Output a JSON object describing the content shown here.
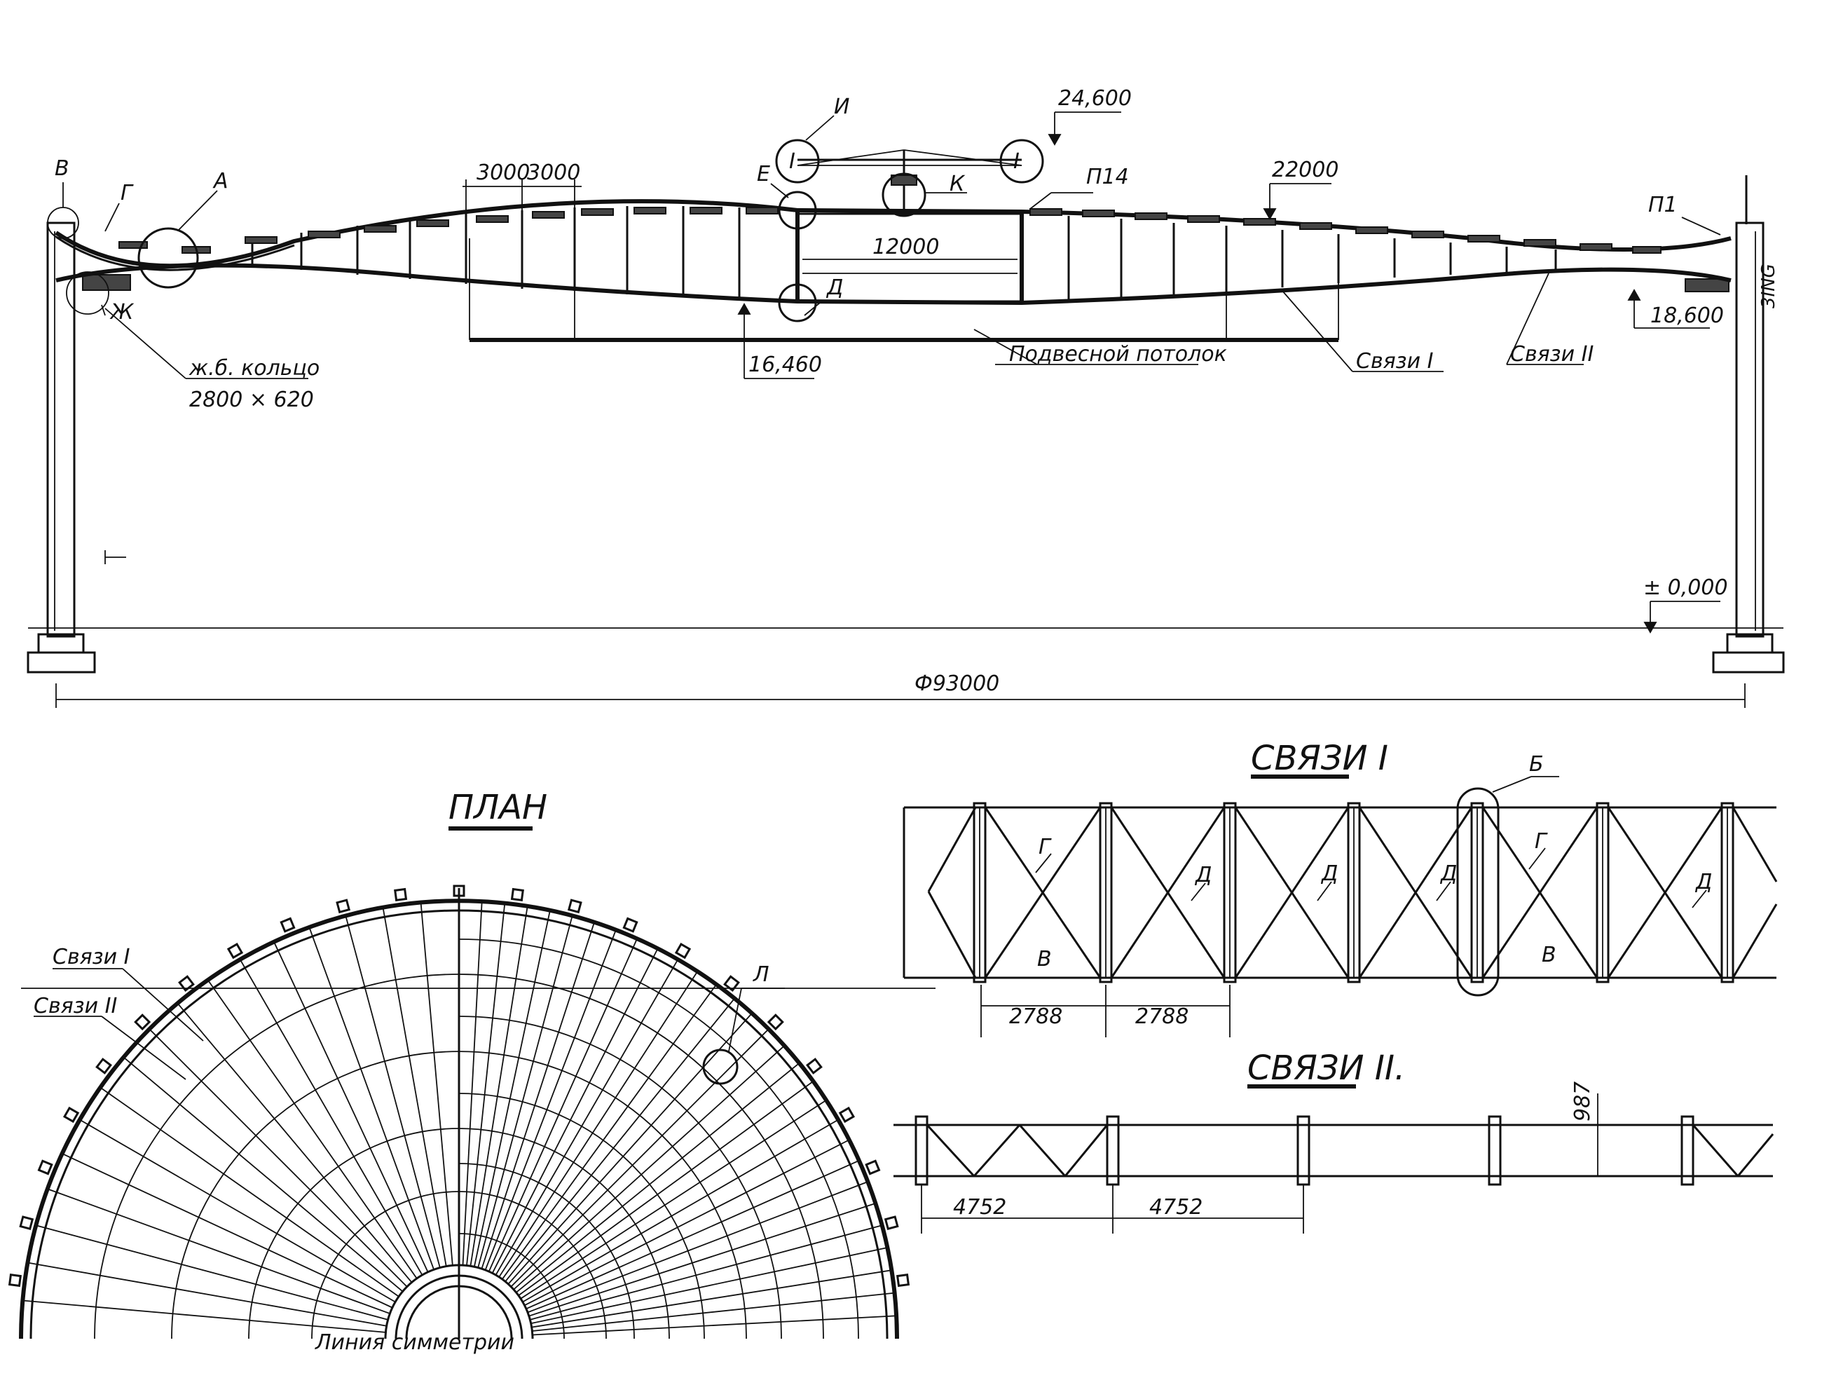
{
  "section": {
    "callouts": {
      "v": "В",
      "g": "Г",
      "a": "А",
      "e": "Е",
      "i": "И",
      "k": "К",
      "d": "Д",
      "zh": "Ж",
      "p14": "П14",
      "p1": "П1",
      "beam_left": "I",
      "beam_right": "I"
    },
    "elevations": {
      "top": "24,600",
      "support": "18,600",
      "lower": "16,460",
      "ground": "± 0,000"
    },
    "dims": {
      "panel_a": "3000",
      "panel_b": "3000",
      "center_span": "12000",
      "chord": "22000",
      "diameter": "Ф93000"
    },
    "ring_label_1": "ж.б. кольцо",
    "ring_label_2": "2800 × 620",
    "ceiling_label": "Подвесной потолок",
    "bracing1_label": "Связи I",
    "bracing2_label": "Связи II",
    "edge_mark": "3ING"
  },
  "plan": {
    "title": "ПЛАН",
    "bracing1_label": "Связи I",
    "bracing2_label": "Связи II",
    "node_label": "Л",
    "symmetry_label": "Линия симметрии"
  },
  "bracing1": {
    "title": "СВЯЗИ I",
    "node_b": "Б",
    "g1": "Г",
    "g2": "Г",
    "d1": "Д",
    "d2": "Д",
    "d3": "Д",
    "d4": "Д",
    "v1": "В",
    "v2": "В",
    "dim1": "2788",
    "dim2": "2788"
  },
  "bracing2": {
    "title": "СВЯЗИ II.",
    "dim_height": "987",
    "dim1": "4752",
    "dim2": "4752"
  }
}
